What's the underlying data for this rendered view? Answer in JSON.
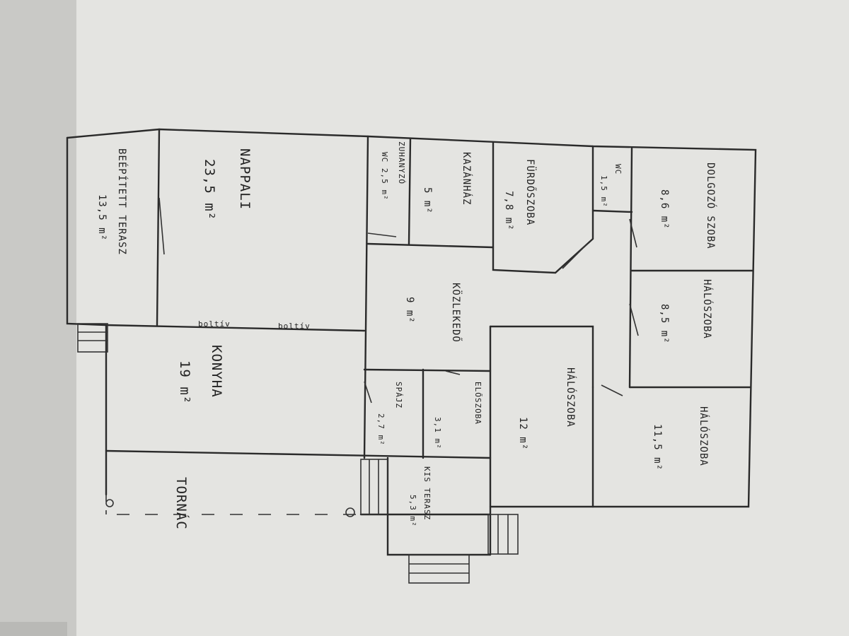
{
  "title": "Alaprajz (kézzel rajzolt)",
  "rooms": [
    {
      "name": "BEÉPÍTETT TERASZ",
      "area": "13,5 m²"
    },
    {
      "name": "NAPPALI",
      "area": "23,5 m²"
    },
    {
      "name": "KONYHA",
      "area": "19 m²"
    },
    {
      "name": "ZUHANYZÓ",
      "area": "WC 2,5 m²"
    },
    {
      "name": "KAZÁNHÁZ",
      "area": "5 m²"
    },
    {
      "name": "FÜRDŐSZOBA",
      "area": "7,8 m²"
    },
    {
      "name": "WC",
      "area": "1,5 m²"
    },
    {
      "name": "DOLGOZÓ SZOBA",
      "area": "8,6 m²"
    },
    {
      "name": "HÁLÓSZOBA",
      "area": "8,5 m²"
    },
    {
      "name": "HÁLÓSZOBA",
      "area": "11,5 m²"
    },
    {
      "name": "HÁLÓSZOBA",
      "area": "12 m²"
    },
    {
      "name": "KÖZLEKEDŐ",
      "area": "9 m²"
    },
    {
      "name": "SPÁJZ",
      "area": "2,7 m²"
    },
    {
      "name": "ELŐSZOBA",
      "area": "3,1 m²"
    },
    {
      "name": "KIS TERASZ",
      "area": "5,3 m²"
    }
  ],
  "annotations": {
    "arch1": "boltív",
    "arch2": "boltív",
    "porch": "TORNÁC"
  }
}
